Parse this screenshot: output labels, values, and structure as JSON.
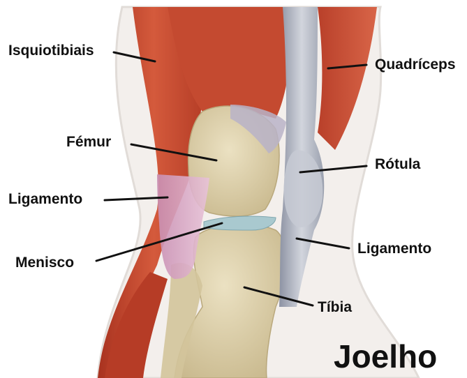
{
  "title": "Joelho",
  "labels": {
    "hamstrings": "Isquiotibiais",
    "quadriceps": "Quadríceps",
    "femur": "Fémur",
    "patella": "Rótula",
    "ligament_left": "Ligamento",
    "meniscus": "Menisco",
    "ligament_right": "Ligamento",
    "tibia": "Tíbia"
  },
  "colors": {
    "background": "#ffffff",
    "muscle": "#c8472e",
    "muscle_dark": "#9e2f1c",
    "bone": "#dccfaa",
    "tendon": "#b8bcc8",
    "ligament": "#d9a8c4",
    "meniscus": "#a9c9cf",
    "skin": "#e9e4df",
    "leader_line": "#111111"
  }
}
